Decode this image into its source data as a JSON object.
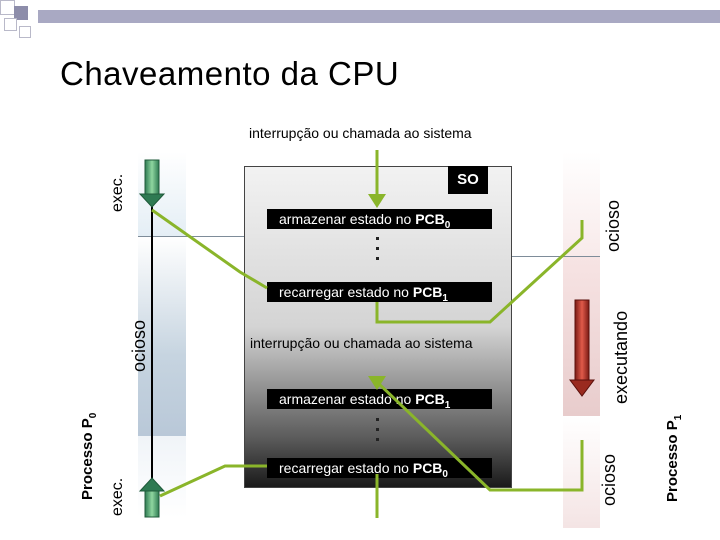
{
  "title": "Chaveamento da CPU",
  "top_caption": "interrupção ou chamada ao sistema",
  "middle_caption": "interrupção ou chamada ao sistema",
  "so_label": "SO",
  "steps": {
    "save_pcb0": {
      "text": "armazenar estado no ",
      "pcb": "PCB",
      "sub": "0"
    },
    "load_pcb1": {
      "text": "recarregar estado no ",
      "pcb": "PCB",
      "sub": "1"
    },
    "save_pcb1": {
      "text": "armazenar estado no ",
      "pcb": "PCB",
      "sub": "1"
    },
    "load_pcb0": {
      "text": "recarregar estado no ",
      "pcb": "PCB",
      "sub": "0"
    }
  },
  "process0": {
    "label": "Processo P",
    "sub": "0",
    "states": {
      "top": "exec.",
      "middle": "ocioso",
      "bottom": "exec."
    }
  },
  "process1": {
    "label": "Processo P",
    "sub": "1",
    "states": {
      "top": "ocioso",
      "middle": "executando",
      "bottom": "ocioso"
    }
  },
  "colors": {
    "arrow_green": "#8ab52a",
    "exec_green": "#5aa86c",
    "exec_red": "#c2372f"
  }
}
